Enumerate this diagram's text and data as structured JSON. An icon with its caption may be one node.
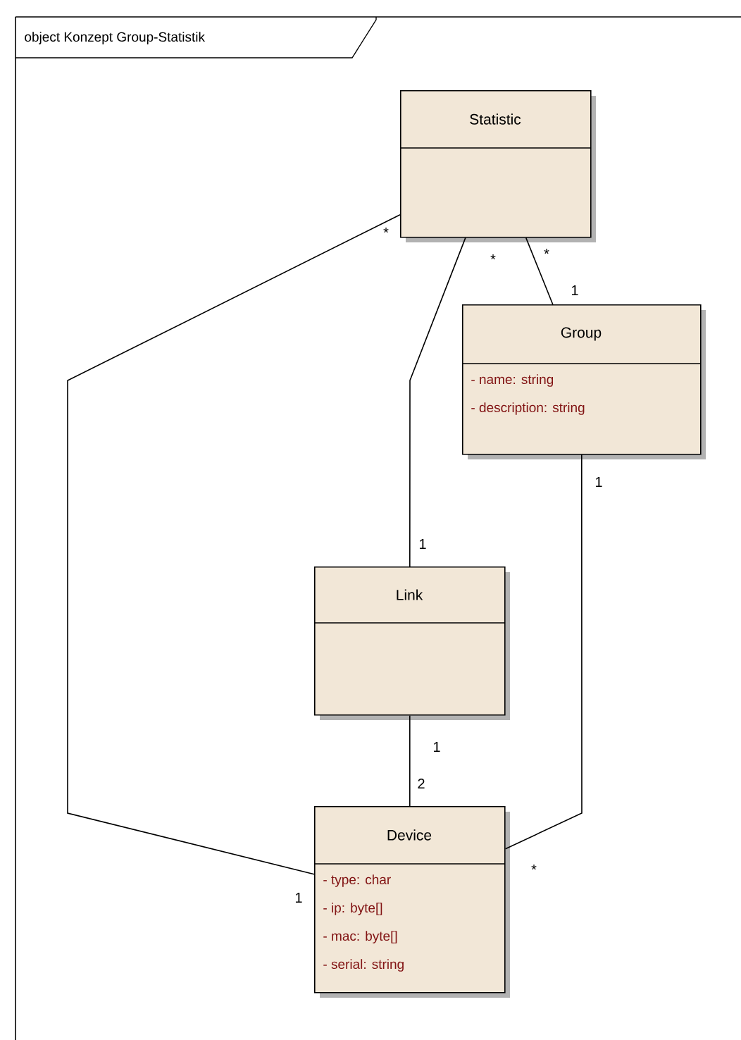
{
  "diagram": {
    "nodes": [
      {
        "text": [
          "object Konzept Group-Statistik"
        ]
      },
      {
        "text": [
          "Statistic"
        ],
        "in": 0
      },
      {
        "text": [
          "Group",
          "- name: string",
          "- description: string"
        ],
        "in": 0
      },
      {
        "text": [
          "Link"
        ],
        "in": 0
      },
      {
        "text": [
          "Device",
          "- type: char",
          "- ip: byte[]",
          "- mac: byte[]",
          "- serial: string"
        ],
        "in": 0
      }
    ],
    "edges": [
      {
        "from": 1,
        "to": 2,
        "arrow": "none"
      },
      {
        "from": 1,
        "to": 3,
        "arrow": "none"
      },
      {
        "from": 1,
        "to": 4,
        "arrow": "none"
      },
      {
        "from": 2,
        "to": 4,
        "arrow": "none"
      },
      {
        "from": 3,
        "to": 4,
        "arrow": "none"
      }
    ],
    "labels": [
      "*",
      "*",
      "*",
      "1",
      "1",
      "1",
      "1",
      "2",
      "*",
      "1"
    ]
  }
}
